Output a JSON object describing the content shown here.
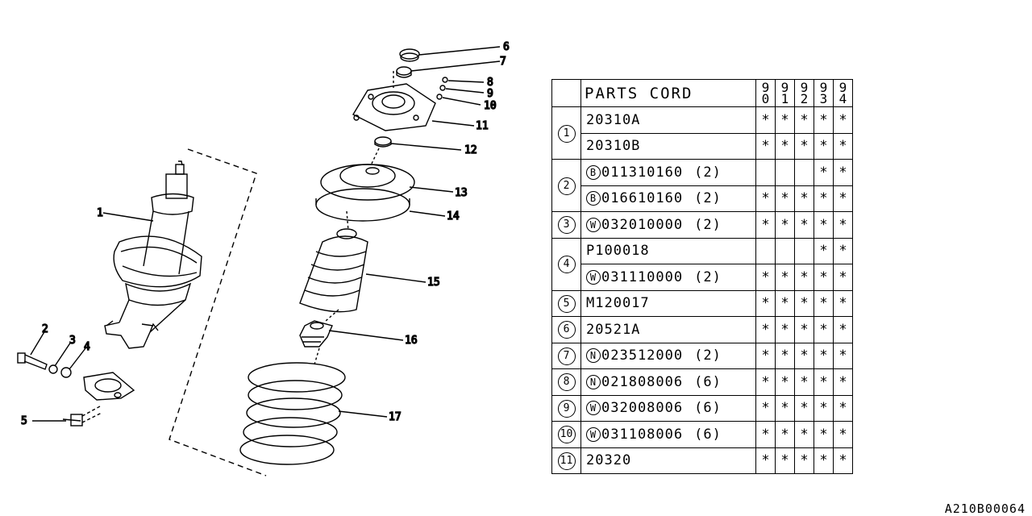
{
  "diagram": {
    "callouts": [
      "1",
      "2",
      "3",
      "4",
      "5",
      "6",
      "7",
      "8",
      "9",
      "10",
      "11",
      "12",
      "13",
      "14",
      "15",
      "16",
      "17"
    ]
  },
  "table": {
    "header": "PARTS CORD",
    "years": [
      [
        "9",
        "0"
      ],
      [
        "9",
        "1"
      ],
      [
        "9",
        "2"
      ],
      [
        "9",
        "3"
      ],
      [
        "9",
        "4"
      ]
    ],
    "mark": "*",
    "rows": [
      {
        "ref": "1",
        "prefix": "",
        "code": "20310A",
        "qty": "",
        "marks": [
          1,
          1,
          1,
          1,
          1
        ]
      },
      {
        "ref": "",
        "prefix": "",
        "code": "20310B",
        "qty": "",
        "marks": [
          1,
          1,
          1,
          1,
          1
        ]
      },
      {
        "ref": "2",
        "prefix": "B",
        "code": "011310160",
        "qty": "(2)",
        "marks": [
          0,
          0,
          0,
          1,
          1
        ]
      },
      {
        "ref": "",
        "prefix": "B",
        "code": "016610160",
        "qty": "(2)",
        "marks": [
          1,
          1,
          1,
          1,
          1
        ]
      },
      {
        "ref": "3",
        "prefix": "W",
        "code": "032010000",
        "qty": "(2)",
        "marks": [
          1,
          1,
          1,
          1,
          1
        ]
      },
      {
        "ref": "4",
        "prefix": "",
        "code": "P100018",
        "qty": "",
        "marks": [
          0,
          0,
          0,
          1,
          1
        ]
      },
      {
        "ref": "",
        "prefix": "W",
        "code": "031110000",
        "qty": "(2)",
        "marks": [
          1,
          1,
          1,
          1,
          1
        ]
      },
      {
        "ref": "5",
        "prefix": "",
        "code": "M120017",
        "qty": "",
        "marks": [
          1,
          1,
          1,
          1,
          1
        ]
      },
      {
        "ref": "6",
        "prefix": "",
        "code": "20521A",
        "qty": "",
        "marks": [
          1,
          1,
          1,
          1,
          1
        ]
      },
      {
        "ref": "7",
        "prefix": "N",
        "code": "023512000",
        "qty": "(2)",
        "marks": [
          1,
          1,
          1,
          1,
          1
        ]
      },
      {
        "ref": "8",
        "prefix": "N",
        "code": "021808006",
        "qty": "(6)",
        "marks": [
          1,
          1,
          1,
          1,
          1
        ]
      },
      {
        "ref": "9",
        "prefix": "W",
        "code": "032008006",
        "qty": "(6)",
        "marks": [
          1,
          1,
          1,
          1,
          1
        ]
      },
      {
        "ref": "10",
        "prefix": "W",
        "code": "031108006",
        "qty": "(6)",
        "marks": [
          1,
          1,
          1,
          1,
          1
        ]
      },
      {
        "ref": "11",
        "prefix": "",
        "code": "20320",
        "qty": "",
        "marks": [
          1,
          1,
          1,
          1,
          1
        ]
      }
    ]
  },
  "catalog_id": "A210B00064"
}
